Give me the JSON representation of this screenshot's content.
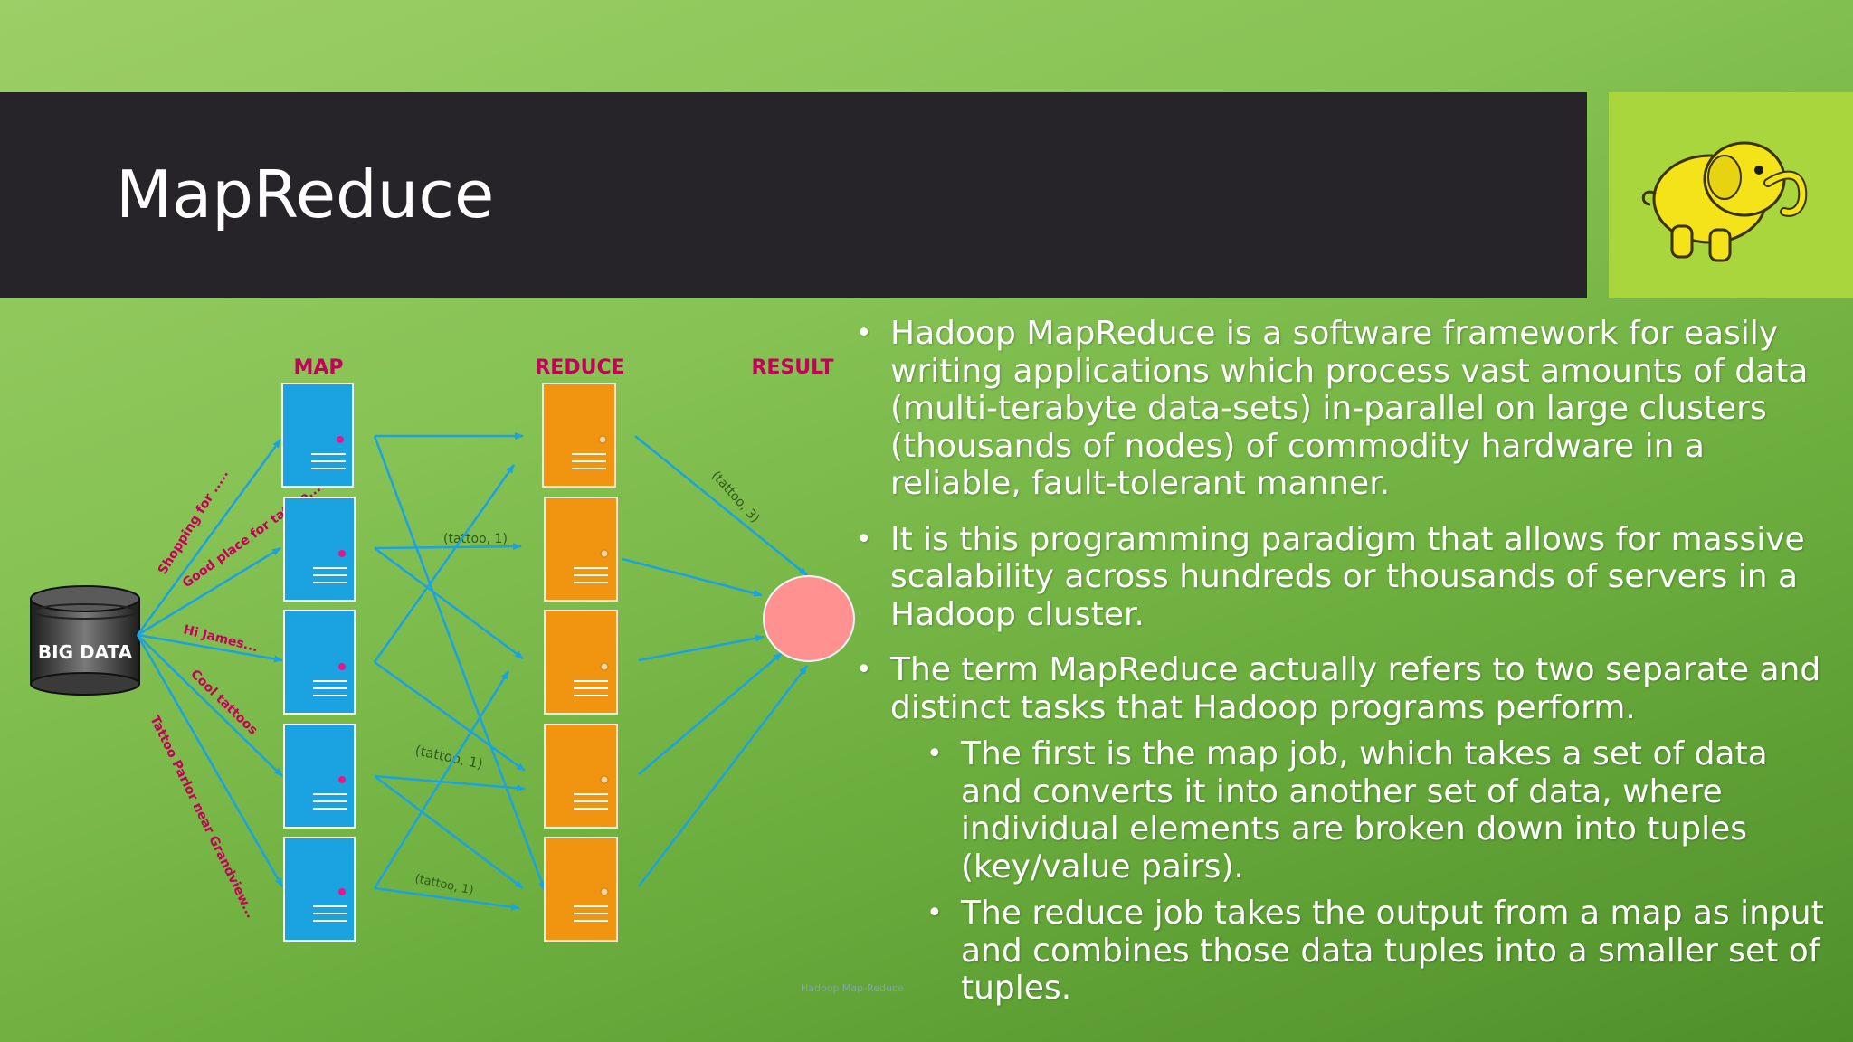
{
  "slide": {
    "title": "MapReduce",
    "watermark": "Hadoop Map-Reduce"
  },
  "diagram": {
    "source_label": "BIG DATA",
    "stage_labels": {
      "map": "MAP",
      "reduce": "REDUCE",
      "result": "RESULT"
    },
    "input_labels": [
      "Shopping for .....",
      "Good place for tattoo.....",
      "Hi James...",
      "Cool tattoos",
      "Tattoo Parlor near Grandview..."
    ],
    "pair_labels": [
      "(tattoo, 1)",
      "(tattoo, 1)",
      "(tattoo, 1)",
      "(tattoo, 3)"
    ],
    "colors": {
      "map_block": "#1aa3e0",
      "reduce_block": "#f1940f",
      "result_circle": "#ff9191",
      "arrow": "#1aa3e0",
      "stage_label": "#c4005a",
      "input_label": "#c4005a",
      "pair_label": "#2f5a18"
    }
  },
  "bullets": [
    {
      "level": 1,
      "text": "Hadoop MapReduce is a software framework for easily writing applications which process vast amounts of data (multi-terabyte data-sets) in-parallel on large clusters (thousands of nodes) of commodity hardware in a reliable, fault-tolerant manner."
    },
    {
      "level": 1,
      "text": "It is this programming paradigm that allows for massive scalability across hundreds or thousands of servers in a Hadoop cluster."
    },
    {
      "level": 1,
      "text": "The term MapReduce actually refers to two separate and distinct tasks that Hadoop programs perform."
    },
    {
      "level": 2,
      "text": "The first is the map job, which takes a set of data and converts it into another set of data, where individual elements are broken down into tuples (key/value pairs)."
    },
    {
      "level": 2,
      "text": "The reduce job takes the output from a map as input and combines those data tuples into a smaller set of tuples."
    }
  ]
}
